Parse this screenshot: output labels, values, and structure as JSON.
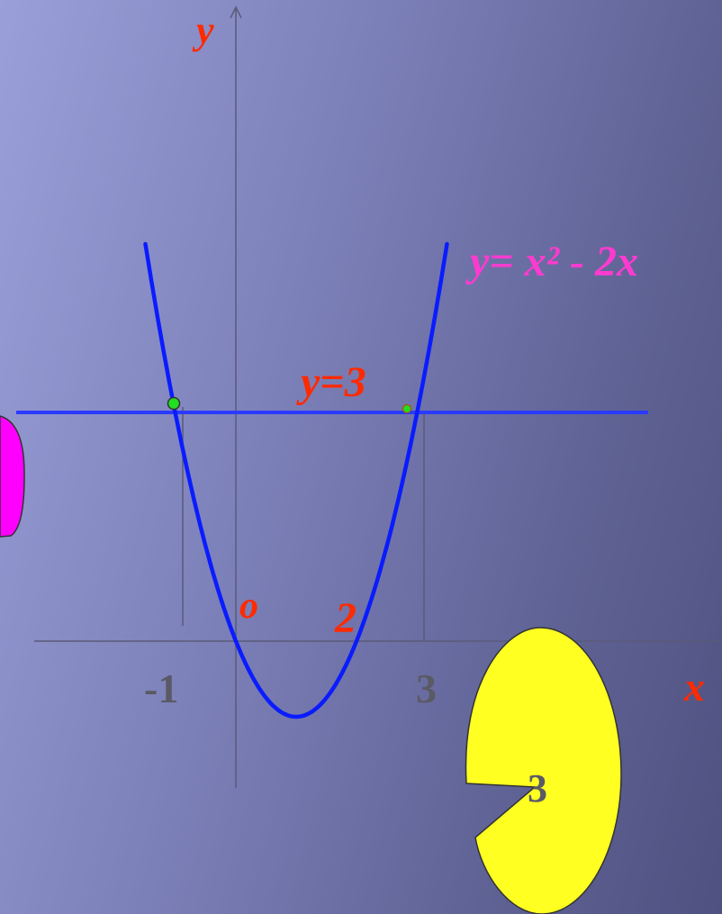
{
  "labels": {
    "y_axis": "y",
    "x_axis": "x",
    "origin": "o",
    "root_two": "2",
    "tick_minus_one": "-1",
    "tick_three": "3",
    "line_label": "y=3",
    "function_label": "y= x² - 2x",
    "pie_label": "3"
  },
  "colors": {
    "curve": "#0a1cff",
    "line": "#2a3aff",
    "axis": "#5a5a78",
    "red_text": "#ff2a00",
    "magenta_text": "#ff3ad0",
    "grey_text": "#5a5a66",
    "point": "#22dd22",
    "magenta_shape": "#ff00ff",
    "yellow_shape": "#ffff22"
  },
  "chart_data": {
    "type": "line",
    "series": [
      {
        "name": "y= x² - 2x",
        "function": "x^2 - 2x",
        "x_range": [
          -1.5,
          3.5
        ]
      },
      {
        "name": "y=3",
        "function": "3"
      }
    ],
    "intersections": [
      [
        -1,
        3
      ],
      [
        3,
        3
      ]
    ],
    "x_ticks": [
      "-1",
      "2",
      "3"
    ],
    "xlabel": "x",
    "ylabel": "y",
    "origin_label": "o"
  }
}
